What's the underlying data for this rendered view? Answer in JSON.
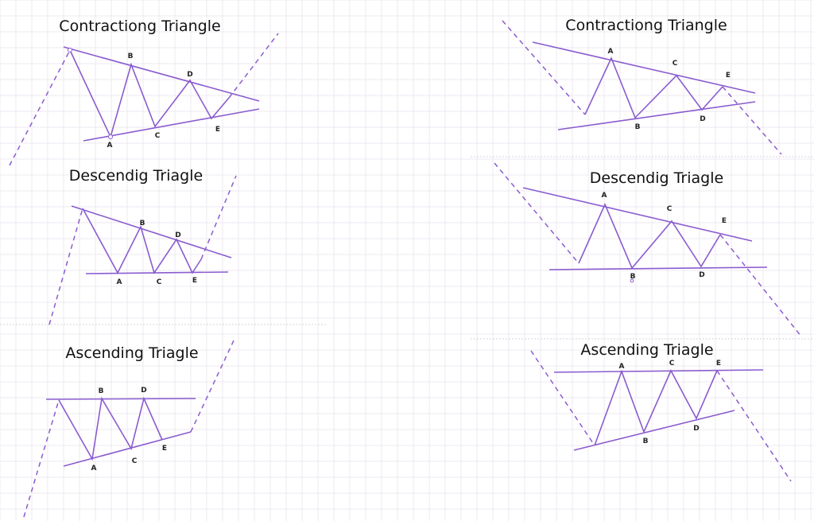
{
  "panels": [
    {
      "id": "contracting-left",
      "title": "Contractiong Triangle",
      "points": [
        "A",
        "B",
        "C",
        "D",
        "E"
      ]
    },
    {
      "id": "contracting-right",
      "title": "Contractiong Triangle",
      "points": [
        "A",
        "B",
        "C",
        "D",
        "E"
      ]
    },
    {
      "id": "descending-left",
      "title": "Descendig Triagle",
      "points": [
        "A",
        "B",
        "C",
        "D",
        "E"
      ]
    },
    {
      "id": "descending-right",
      "title": "Descendig Triagle",
      "points": [
        "A",
        "B",
        "C",
        "D",
        "E"
      ]
    },
    {
      "id": "ascending-left",
      "title": "Ascending Triagle",
      "points": [
        "A",
        "B",
        "C",
        "D",
        "E"
      ]
    },
    {
      "id": "ascending-right",
      "title": "Ascending Triagle",
      "points": [
        "A",
        "B",
        "C",
        "D",
        "E"
      ]
    }
  ],
  "colors": {
    "line": "#8a5ccf",
    "text": "#111111",
    "grid": "#eceaf0"
  }
}
